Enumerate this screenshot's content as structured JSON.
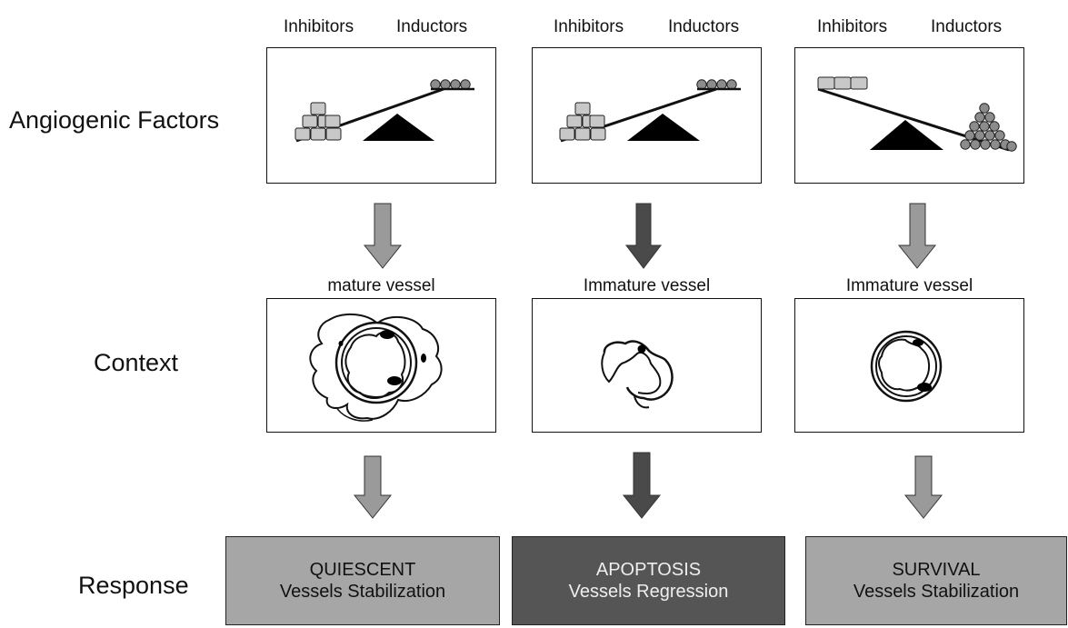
{
  "row_labels": {
    "angiogenic_factors": "Angiogenic Factors",
    "context": "Context",
    "response": "Response"
  },
  "columns": [
    {
      "inhibitors_label": "Inhibitors",
      "inductors_label": "Inductors",
      "vessel_label": "mature vessel",
      "response_title": "QUIESCENT",
      "response_subtitle": "Vessels Stabilization",
      "arrow_color": "#9a9a9a",
      "response_color": "#a6a6a6"
    },
    {
      "inhibitors_label": "Inhibitors",
      "inductors_label": "Inductors",
      "vessel_label": "Immature vessel",
      "response_title": "APOPTOSIS",
      "response_subtitle": "Vessels Regression",
      "arrow_color": "#4a4a4a",
      "response_color": "#555555"
    },
    {
      "inhibitors_label": "Inhibitors",
      "inductors_label": "Inductors",
      "vessel_label": "Immature vessel",
      "response_title": "SURVIVAL",
      "response_subtitle": "Vessels Stabilization",
      "arrow_color": "#9a9a9a",
      "response_color": "#a6a6a6"
    }
  ]
}
